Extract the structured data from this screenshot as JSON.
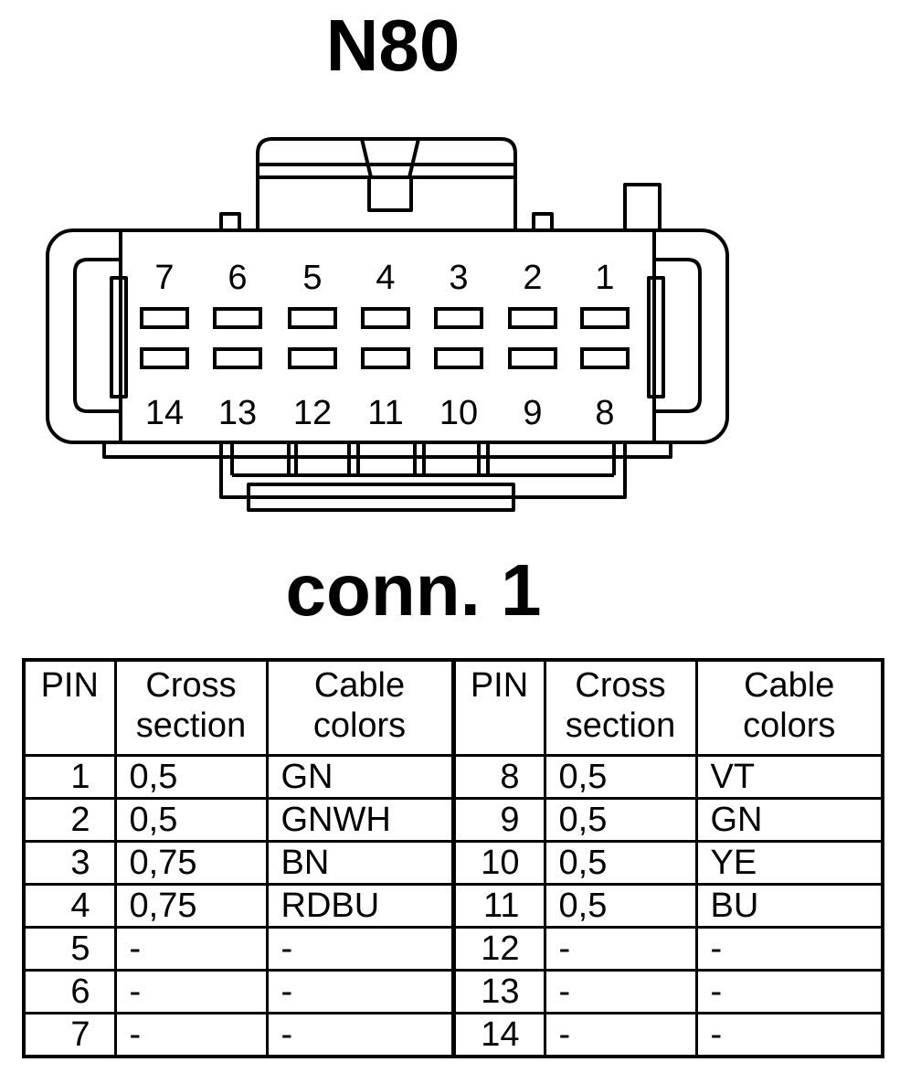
{
  "title": "N80",
  "subtitle": "conn. 1",
  "connector": {
    "top_row_labels": [
      "7",
      "6",
      "5",
      "4",
      "3",
      "2",
      "1"
    ],
    "bottom_row_labels": [
      "14",
      "13",
      "12",
      "11",
      "10",
      "9",
      "8"
    ]
  },
  "table": {
    "headers": [
      "PIN",
      "Cross section",
      "Cable colors",
      "PIN",
      "Cross section",
      "Cable colors"
    ],
    "rows": [
      [
        "1",
        "0,5",
        "GN",
        "8",
        "0,5",
        "VT"
      ],
      [
        "2",
        "0,5",
        "GNWH",
        "9",
        "0,5",
        "GN"
      ],
      [
        "3",
        "0,75",
        "BN",
        "10",
        "0,5",
        "YE"
      ],
      [
        "4",
        "0,75",
        "RDBU",
        "11",
        "0,5",
        "BU"
      ],
      [
        "5",
        "-",
        "-",
        "12",
        "-",
        "-"
      ],
      [
        "6",
        "-",
        "-",
        "13",
        "-",
        "-"
      ],
      [
        "7",
        "-",
        "-",
        "14",
        "-",
        "-"
      ]
    ]
  }
}
